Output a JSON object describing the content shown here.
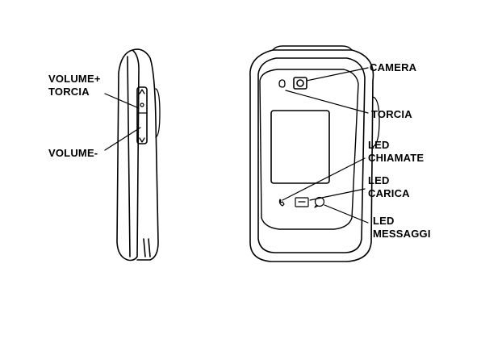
{
  "labels": {
    "volume_plus": "VOLUME+",
    "torcia_side": "TORCIA",
    "volume_minus": "VOLUME-",
    "camera": "CAMERA",
    "torcia_front": "TORCIA",
    "led_chiamate": [
      "LED",
      "CHIAMATE"
    ],
    "led_carica": [
      "LED",
      "CARICA"
    ],
    "led_messaggi": [
      "LED",
      "MESSAGGI"
    ]
  },
  "colors": {
    "line": "#000000",
    "background": "#ffffff"
  },
  "icons": [
    "phone-icon",
    "battery-charging-icon",
    "message-bubble-icon",
    "camera-lens-icon"
  ]
}
